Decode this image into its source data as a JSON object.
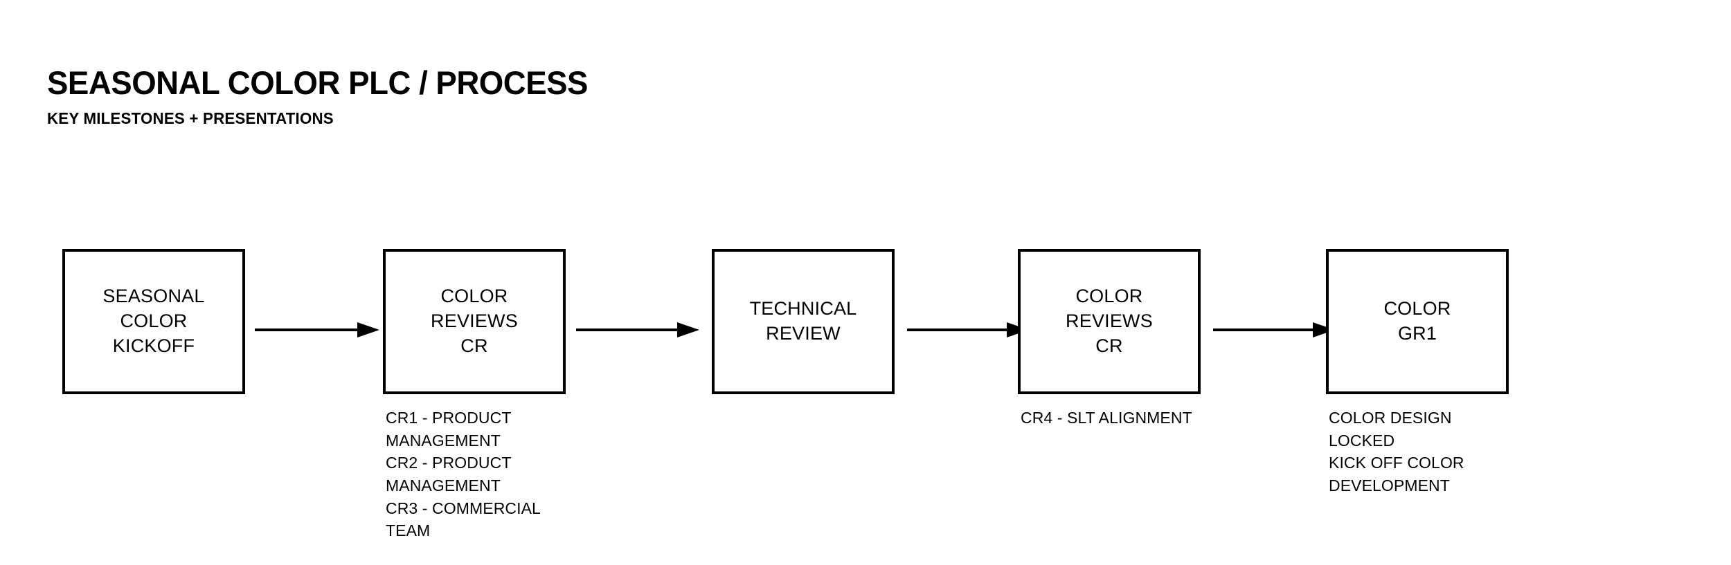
{
  "header": {
    "title": "SEASONAL COLOR PLC / PROCESS",
    "subtitle": "KEY MILESTONES + PRESENTATIONS"
  },
  "diagram": {
    "type": "flowchart",
    "orientation": "left-to-right",
    "stroke_color": "#000000",
    "background_color": "#ffffff",
    "stages": [
      {
        "id": "seasonal-color-kickoff",
        "label": "SEASONAL\nCOLOR\nKICKOFF",
        "caption": ""
      },
      {
        "id": "color-reviews-cr-1",
        "label": "COLOR\nREVIEWS\nCR",
        "caption": "CR1 - PRODUCT MANAGEMENT\nCR2 - PRODUCT MANAGEMENT\nCR3 - COMMERCIAL TEAM"
      },
      {
        "id": "technical-review",
        "label": "TECHNICAL\nREVIEW",
        "caption": ""
      },
      {
        "id": "color-reviews-cr-2",
        "label": "COLOR\nREVIEWS\nCR",
        "caption": "CR4 - SLT ALIGNMENT"
      },
      {
        "id": "color-gr1",
        "label": "COLOR\nGR1",
        "caption": "COLOR DESIGN LOCKED\nKICK OFF COLOR DEVELOPMENT"
      }
    ],
    "connectors": [
      {
        "id": "arrow-1",
        "from": "seasonal-color-kickoff",
        "to": "color-reviews-cr-1"
      },
      {
        "id": "arrow-2",
        "from": "color-reviews-cr-1",
        "to": "technical-review"
      },
      {
        "id": "arrow-3",
        "from": "technical-review",
        "to": "color-reviews-cr-2"
      },
      {
        "id": "arrow-4",
        "from": "color-reviews-cr-2",
        "to": "color-gr1"
      }
    ]
  }
}
